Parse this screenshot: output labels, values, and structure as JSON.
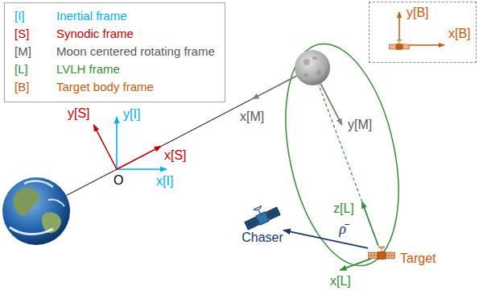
{
  "diagram": {
    "nodes": [
      {
        "text": [
          "y[B]",
          "x[B]"
        ]
      },
      {
        "text": [
          "Chaser"
        ]
      },
      {
        "text": [
          "Target"
        ]
      }
    ],
    "edges": [
      {
        "from": 2,
        "to": 1,
        "arrow": "to",
        "label": "ρ̄"
      }
    ],
    "labels": [
      "[I]",
      "[S]",
      "[M]",
      "[L]",
      "[B]",
      "y[S]",
      "x[S]",
      "y[I]",
      "x[I]",
      "O",
      "x[M]",
      "y[M]",
      "z[L]",
      "x[L]"
    ],
    "legend": [
      {
        "text": "Inertial frame",
        "color": "#00b0f0"
      },
      {
        "text": "Synodic frame",
        "color": "#c00000"
      },
      {
        "text": "Moon centered rotating frame",
        "color": "#595959"
      },
      {
        "text": "LVLH frame",
        "color": "#3a8a3a"
      },
      {
        "text": "Target body frame",
        "color": "#c55a11"
      }
    ]
  }
}
